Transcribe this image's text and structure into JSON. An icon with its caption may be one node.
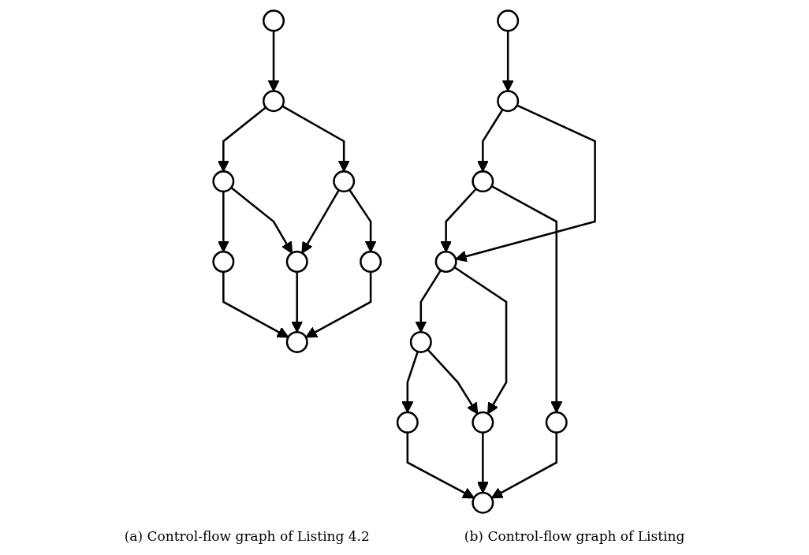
{
  "diagram": {
    "nodes": [
      {
        "text": [],
        "shape": "circle"
      },
      {
        "text": [],
        "shape": "circle"
      },
      {
        "text": [],
        "shape": "circle"
      },
      {
        "text": [],
        "shape": "circle"
      },
      {
        "text": [],
        "shape": "circle"
      },
      {
        "text": [],
        "shape": "circle"
      },
      {
        "text": [],
        "shape": "circle"
      },
      {
        "text": [],
        "shape": "circle"
      },
      {
        "text": [],
        "shape": "circle"
      },
      {
        "text": [],
        "shape": "circle"
      },
      {
        "text": [],
        "shape": "circle"
      },
      {
        "text": [],
        "shape": "circle"
      },
      {
        "text": [],
        "shape": "circle"
      },
      {
        "text": [],
        "shape": "circle"
      },
      {
        "text": [],
        "shape": "circle"
      },
      {
        "text": [],
        "shape": "circle"
      },
      {
        "text": [],
        "shape": "circle"
      }
    ],
    "edges": [
      {
        "from": 0,
        "to": 1,
        "arrow": "to"
      },
      {
        "from": 1,
        "to": 2,
        "arrow": "to"
      },
      {
        "from": 1,
        "to": 3,
        "arrow": "to"
      },
      {
        "from": 2,
        "to": 4,
        "arrow": "to"
      },
      {
        "from": 2,
        "to": 5,
        "arrow": "to"
      },
      {
        "from": 3,
        "to": 5,
        "arrow": "to"
      },
      {
        "from": 3,
        "to": 6,
        "arrow": "to"
      },
      {
        "from": 4,
        "to": 7,
        "arrow": "to"
      },
      {
        "from": 5,
        "to": 7,
        "arrow": "to"
      },
      {
        "from": 6,
        "to": 7,
        "arrow": "to"
      },
      {
        "from": 8,
        "to": 9,
        "arrow": "to"
      },
      {
        "from": 9,
        "to": 10,
        "arrow": "to"
      },
      {
        "from": 9,
        "to": 11,
        "arrow": "to"
      },
      {
        "from": 10,
        "to": 11,
        "arrow": "to"
      },
      {
        "from": 10,
        "to": 12,
        "arrow": "to"
      },
      {
        "from": 11,
        "to": 13,
        "arrow": "to"
      },
      {
        "from": 11,
        "to": 15,
        "arrow": "to"
      },
      {
        "from": 13,
        "to": 14,
        "arrow": "to"
      },
      {
        "from": 13,
        "to": 15,
        "arrow": "to"
      },
      {
        "from": 12,
        "to": 16,
        "arrow": "to"
      },
      {
        "from": 14,
        "to": 16,
        "arrow": "to"
      },
      {
        "from": 15,
        "to": 16,
        "arrow": "to"
      }
    ],
    "labels": [
      "(a) Control-flow graph of Listing 4.2",
      "(b) Control-flow graph of Listing"
    ]
  }
}
